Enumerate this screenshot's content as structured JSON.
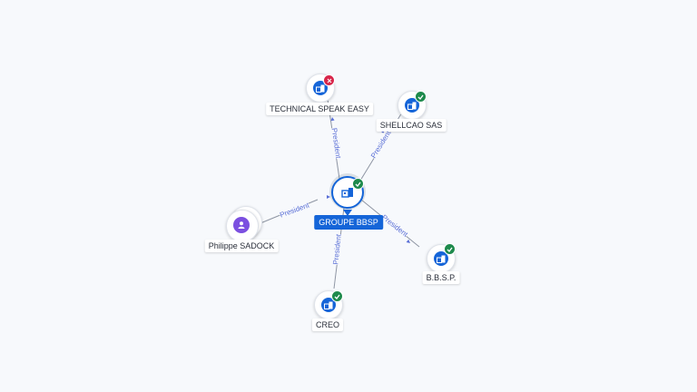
{
  "center": {
    "label": "GROUPE BBSP",
    "icon": "building-icon",
    "status": "active"
  },
  "nodes": [
    {
      "id": "technical",
      "label": "TECHNICAL SPEAK EASY",
      "type": "company",
      "icon": "building-icon",
      "status": "closed"
    },
    {
      "id": "shellcao",
      "label": "SHELLCAO SAS",
      "type": "company",
      "icon": "building-icon",
      "status": "active"
    },
    {
      "id": "philippe",
      "label": "Philippe SADOCK",
      "type": "person",
      "icon": "person-icon"
    },
    {
      "id": "bbsp",
      "label": "B.B.S.P.",
      "type": "company",
      "icon": "building-icon",
      "status": "active"
    },
    {
      "id": "creo",
      "label": "CREO",
      "type": "company",
      "icon": "building-icon",
      "status": "active"
    }
  ],
  "edges": [
    {
      "from": "center",
      "to": "technical",
      "label": "President"
    },
    {
      "from": "center",
      "to": "shellcao",
      "label": "President"
    },
    {
      "from": "philippe",
      "to": "center",
      "label": "President"
    },
    {
      "from": "center",
      "to": "bbsp",
      "label": "President"
    },
    {
      "from": "center",
      "to": "creo",
      "label": "President"
    }
  ],
  "colors": {
    "company": "#1565d8",
    "person": "#7b4fe0",
    "active": "#1e8a4c",
    "closed": "#d8264a",
    "edge": "#8e95a3",
    "edge_label": "#5a6fd6"
  }
}
